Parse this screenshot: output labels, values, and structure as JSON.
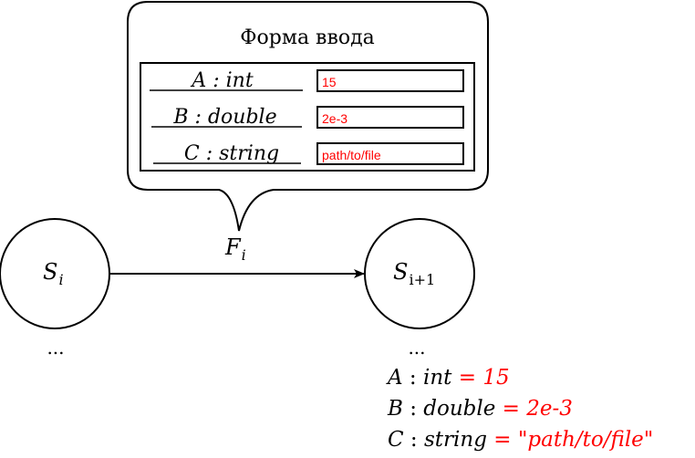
{
  "form": {
    "title": "Форма ввода",
    "fields": [
      {
        "label": "A : int",
        "value": "15"
      },
      {
        "label": "B : double",
        "value": "2e-3"
      },
      {
        "label": "C : string",
        "value": "path/to/file"
      }
    ]
  },
  "transition": {
    "main": "F",
    "sub": "i"
  },
  "states": [
    {
      "main": "S",
      "sub": "i",
      "dots": "..."
    },
    {
      "main": "S",
      "sub": "i+1",
      "dots": "..."
    }
  ],
  "result": [
    {
      "var": "A",
      "type": "int",
      "eq": "=",
      "value": "15"
    },
    {
      "var": "B",
      "type": "double",
      "eq": "=",
      "value": "2e-3"
    },
    {
      "var": "C",
      "type": "string",
      "eq": "=",
      "value": "\"path/to/file\""
    }
  ],
  "colors": {
    "stroke": "#000000",
    "value_red": "#ff0000"
  }
}
